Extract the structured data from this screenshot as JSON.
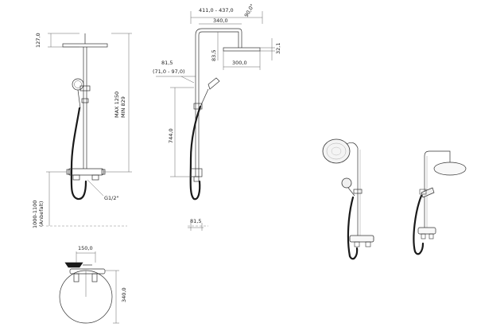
{
  "dimensions": {
    "height_top": "127,0",
    "max_height": "MAX 1250",
    "min_height": "MIN 829",
    "install_height": "1000-1100",
    "install_note": "(Anbefalt)",
    "connection": "G1/2\"",
    "width_top": "150,0",
    "depth_top": "340,0",
    "reach_range": "411,0 - 437,0",
    "reach": "340,0",
    "angle": "90,0°",
    "head_drop": "32,1",
    "arm_drop": "83,5",
    "head_diameter": "300,0",
    "offset": "81,5",
    "offset_range": "(71,0 - 97,0)",
    "mixer_to_holder": "744,0",
    "bottom_offset": "81,5"
  }
}
